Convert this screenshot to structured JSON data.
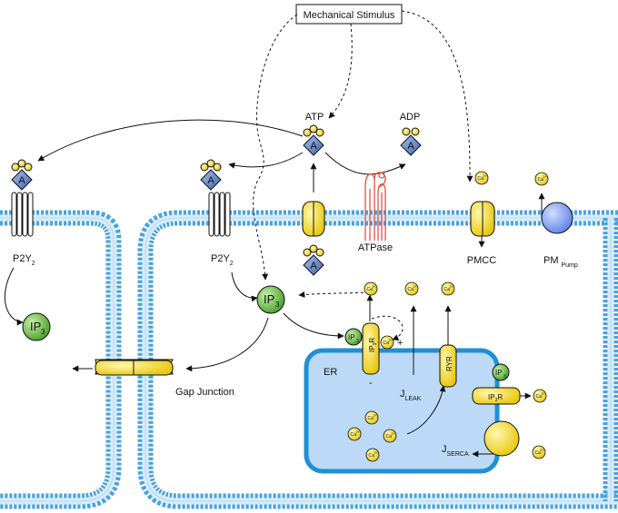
{
  "stimulus": "Mechanical Stimulus",
  "labels": {
    "atp": "ATP",
    "adp": "ADP",
    "p2y2_left": "P2Y",
    "p2y2_left_sub": "2",
    "p2y2_mid": "P2Y",
    "p2y2_mid_sub": "2",
    "atpase": "ATPase",
    "pmcc": "PMCC",
    "pm_pump": "PM",
    "pm_pump_sub": "Pump",
    "gap_junction": "Gap Junction",
    "er": "ER",
    "j_leak": "J",
    "j_leak_sub": "LEAK",
    "j_serca": "J",
    "j_serca_sub": "SERCA",
    "ryr": "RYR",
    "ip3r_upper": "IP",
    "ip3r_upper_sub": "3",
    "ip3r_upper_r": "R",
    "ip3r_right": "IP",
    "ip3r_right_sub": "3",
    "ip3r_right_r": "R",
    "ip3": "IP",
    "ip3_sub": "3",
    "plus": "+",
    "minus": "-",
    "adenosine": "A",
    "ca": "Ca",
    "ca_sup": "2+"
  },
  "colors": {
    "membrane_head": "#4aa3df",
    "membrane_fill": "#d7ecfa",
    "er_fill": "#bcd9f7",
    "er_border": "#1f8fd6",
    "channel": "#f7e03a",
    "ip3_green": "#6cc04a",
    "atp_diamond": "#5a7ec2",
    "phosphate": "#f5d41e",
    "pump_blue": "#7f9ff0",
    "atpase_red": "#e2452f"
  }
}
